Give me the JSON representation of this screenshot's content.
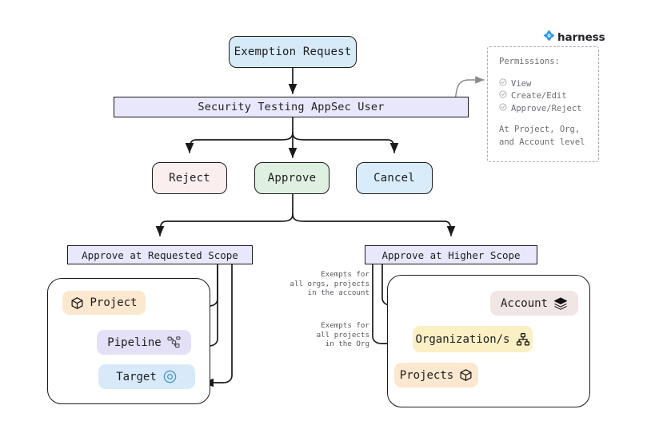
{
  "brand": {
    "name": "harness",
    "logo_icon": "harness-logo-icon",
    "accent": "#2e9ae6"
  },
  "flow": {
    "entry": {
      "label": "Exemption Request",
      "color": "#d7eaf8"
    },
    "actor": {
      "label": "Security Testing AppSec User",
      "color": "#e9e7fb"
    },
    "actions": [
      {
        "id": "reject",
        "label": "Reject",
        "color": "#fbeeee"
      },
      {
        "id": "approve",
        "label": "Approve",
        "color": "#dff0e0"
      },
      {
        "id": "cancel",
        "label": "Cancel",
        "color": "#d9ecf9"
      }
    ],
    "scopes": [
      {
        "id": "requested",
        "label": "Approve at Requested Scope",
        "color": "#e9e7fb"
      },
      {
        "id": "higher",
        "label": "Approve at Higher Scope",
        "color": "#e9e7fb"
      }
    ]
  },
  "permissions": {
    "title": "Permissions:",
    "items": [
      {
        "icon": "check-circle-icon",
        "label": "View"
      },
      {
        "icon": "check-circle-icon",
        "label": "Create/Edit"
      },
      {
        "icon": "check-circle-icon",
        "label": "Approve/Reject"
      }
    ],
    "footer_line1": "At Project, Org,",
    "footer_line2": "and Account level"
  },
  "requested_scope_panel": {
    "nodes": [
      {
        "id": "project",
        "label": "Project",
        "icon": "cube-icon",
        "icon_side": "left",
        "color": "#fbe8cf"
      },
      {
        "id": "pipeline",
        "label": "Pipeline",
        "icon": "pipeline-icon",
        "icon_side": "right",
        "color": "#e4e0f7"
      },
      {
        "id": "target",
        "label": "Target",
        "icon": "target-icon",
        "icon_side": "right",
        "color": "#d8eaf9"
      }
    ]
  },
  "higher_scope_panel": {
    "nodes": [
      {
        "id": "account",
        "label": "Account",
        "icon": "layers-icon",
        "icon_side": "right",
        "color": "#f0e6e4"
      },
      {
        "id": "org",
        "label": "Organization/s",
        "icon": "sitemap-icon",
        "icon_side": "right",
        "color": "#fbefc4"
      },
      {
        "id": "projects",
        "label": "Projects",
        "icon": "cube-icon",
        "icon_side": "right",
        "color": "#fbe8cf"
      }
    ],
    "captions": {
      "account": "Exempts for\nall orgs, projects\nin the account",
      "org": "Exempts for\nall projects\nin the Org"
    }
  }
}
